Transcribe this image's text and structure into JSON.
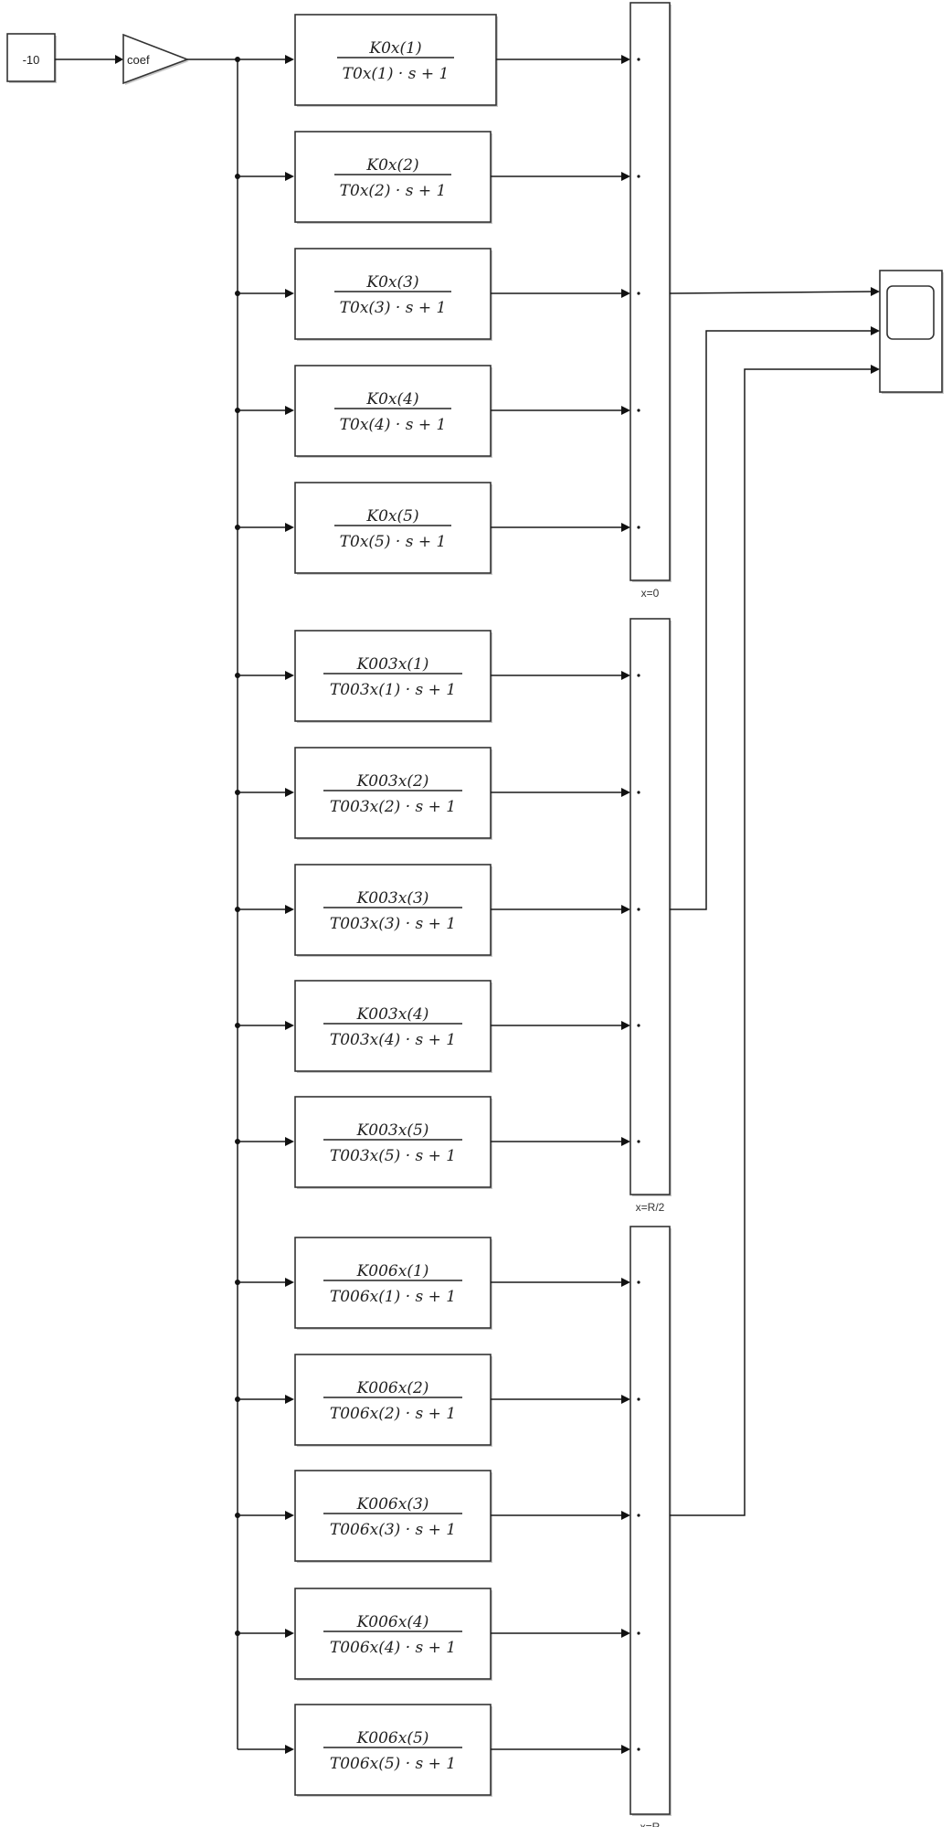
{
  "diagram": {
    "source": {
      "kind": "constant",
      "value": "-10"
    },
    "gain": {
      "kind": "gain",
      "label": "coef"
    },
    "groups": [
      {
        "mux_label": "x=0",
        "blocks": [
          {
            "numerator": "K0x(1)",
            "denominator": "T0x(1) · s + 1"
          },
          {
            "numerator": "K0x(2)",
            "denominator": "T0x(2) · s + 1"
          },
          {
            "numerator": "K0x(3)",
            "denominator": "T0x(3) · s + 1"
          },
          {
            "numerator": "K0x(4)",
            "denominator": "T0x(4) · s + 1"
          },
          {
            "numerator": "K0x(5)",
            "denominator": "T0x(5) · s + 1"
          }
        ],
        "output_row": 3,
        "scope_port": 1
      },
      {
        "mux_label": "x=R/2",
        "blocks": [
          {
            "numerator": "K003x(1)",
            "denominator": "T003x(1) · s + 1"
          },
          {
            "numerator": "K003x(2)",
            "denominator": "T003x(2) · s + 1"
          },
          {
            "numerator": "K003x(3)",
            "denominator": "T003x(3) · s + 1"
          },
          {
            "numerator": "K003x(4)",
            "denominator": "T003x(4) · s + 1"
          },
          {
            "numerator": "K003x(5)",
            "denominator": "T003x(5) · s + 1"
          }
        ],
        "output_row": 3,
        "scope_port": 2
      },
      {
        "mux_label": "x=R",
        "blocks": [
          {
            "numerator": "K006x(1)",
            "denominator": "T006x(1) · s + 1"
          },
          {
            "numerator": "K006x(2)",
            "denominator": "T006x(2) · s + 1"
          },
          {
            "numerator": "K006x(3)",
            "denominator": "T006x(3) · s + 1"
          },
          {
            "numerator": "K006x(4)",
            "denominator": "T006x(4) · s + 1"
          },
          {
            "numerator": "K006x(5)",
            "denominator": "T006x(5) · s + 1"
          }
        ],
        "output_row": 3,
        "scope_port": 3
      }
    ],
    "sink": {
      "kind": "scope",
      "inputs": 3
    },
    "icons": {
      "constant": "constant-block-icon",
      "gain": "gain-triangle-icon",
      "scope": "scope-screen-icon",
      "junction": "branch-point-dot-icon",
      "arrow": "arrowhead-icon"
    }
  }
}
